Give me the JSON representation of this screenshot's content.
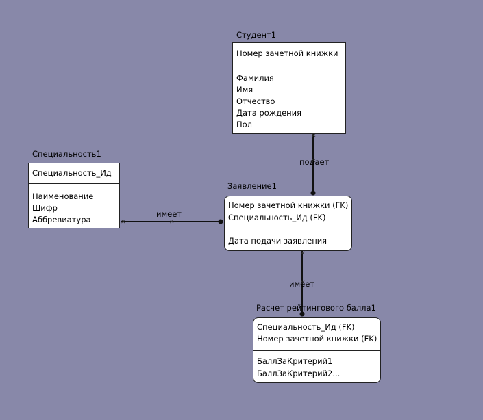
{
  "entities": {
    "student": {
      "title": "Студент1",
      "keys": [
        "Номер зачетной книжки"
      ],
      "attrs": [
        "Фамилия",
        "Имя",
        "Отчество",
        "Дата рождения",
        "Пол"
      ]
    },
    "specialty": {
      "title": "Специальность1",
      "keys": [
        "Специальность_Ид"
      ],
      "attrs": [
        "Наименование",
        "Шифр",
        "Аббревиатура"
      ]
    },
    "application": {
      "title": "Заявление1",
      "keys": [
        "Номер зачетной книжки (FK)",
        "Специальность_Ид (FK)"
      ],
      "attrs": [
        "Дата подачи заявления"
      ]
    },
    "rating": {
      "title": "Расчет рейтингового балла1",
      "keys": [
        "Специальность_Ид (FK)",
        "Номер зачетной книжки (FK)"
      ],
      "attrs": [
        "БаллЗаКритерий1",
        "БаллЗаКритерий2..."
      ]
    }
  },
  "relations": {
    "student_application": "подает",
    "specialty_application": "имеет",
    "application_rating": "имеет"
  },
  "colors": {
    "background": "#8888a9",
    "box": "#ffffff",
    "line": "#111111"
  }
}
